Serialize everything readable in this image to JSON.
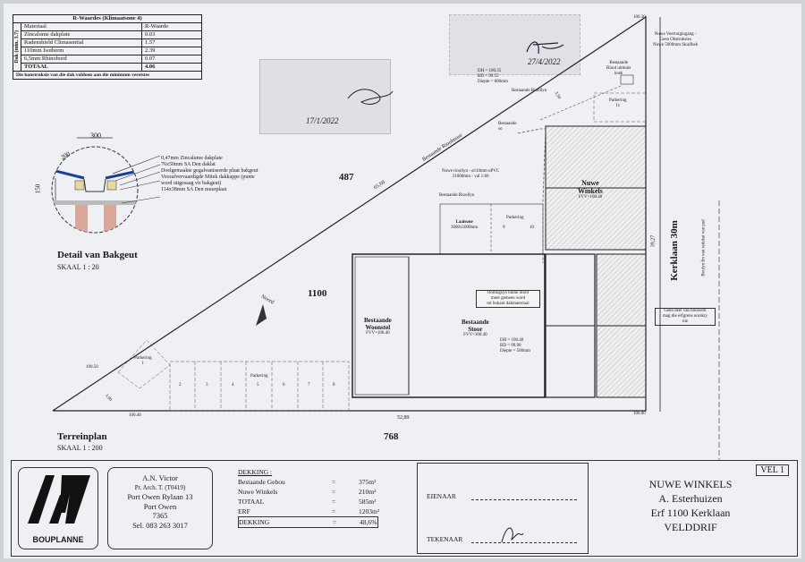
{
  "rwaarde": {
    "title": "R-Waardes (Klimaatsone 4)",
    "side_label": "Dak (min. 3.7)",
    "col_material": "Materiaal",
    "col_value": "R-Waarde",
    "rows": [
      {
        "material": "Zincalume dakplate",
        "value": "0.03"
      },
      {
        "material": "Radenshield Climasential",
        "value": "1.57"
      },
      {
        "material": "110mm Isotherm",
        "value": "2.39"
      },
      {
        "material": "6,5mm Rhinobord",
        "value": "0.07"
      }
    ],
    "total_label": "TOTAAL",
    "total_value": "4.06",
    "note": "Die konstruksie van die dak voldoen aan die minimum vereistes"
  },
  "stamps": {
    "date_left": "17/1/2022",
    "date_right": "27/4/2022"
  },
  "detail": {
    "dim_300": "300",
    "dim_200": "200",
    "dim_150": "150",
    "callouts": [
      "0,47mm Zincalume dakplate",
      "76x50mm SA Den daklat",
      "Doelgemaakte gegalvaniseerde plaat bakgeut",
      "Voorafvervaardigde Mitek dakkappe (punte",
      "word uitgesaag vir bakgeut)",
      "114x38mm SA Den muurplaat"
    ],
    "title": "Detail van Bakgeut",
    "scale": "SKAAL 1 : 20"
  },
  "siteplan": {
    "title": "Terreinplan",
    "scale": "SKAAL 1 : 200",
    "erf_487": "487",
    "erf_1100": "1100",
    "erf_768": "768",
    "dim_65_68": "65,68",
    "dim_52_89": "52,89",
    "dim_39_27": "39,27",
    "dim_3_00": "3,00",
    "dim_3_50": "3,50",
    "level_100_30": "100.30",
    "level_100_50": "100.50",
    "level_100_40": "100.40",
    "level_100_00": "100.00",
    "noord": "Noord",
    "bestaande_rioolmuur": "Bestaande Rioolmuur",
    "bestaande_rioollyn_top": "Bestaande Rioollyn",
    "bestaande_rioollyn_mid": "Bestaande Rioollyn",
    "bestaande_so": "Bestaande",
    "so": "so",
    "dh_top": "DH = 100.35",
    "bd_top": "BD =  99.55",
    "diepte_top": "Diepte = 800mm",
    "dh_bottom": "DH = 100.40",
    "bd_bottom": "BD =  99.90",
    "diepte_bottom": "Diepte = 500mm",
    "nuwe_rioollyn_1": "Nuwe rioollyn - ø110mm uPVC",
    "nuwe_rioollyn_2": "21000mm - val 1:60",
    "voortuig_1": "Nuwe Voertuigingang -",
    "voortuig_2": "Geen Obstruksies",
    "voortuig_3": "Nuwe 5000mm Skuifhek",
    "riool_1": "Bestaande",
    "riool_2": "Riool uitmuis",
    "riool_3": "hoek",
    "parkering_11": "Parkering",
    "parkering_11_num": "11",
    "nuwe_winkels": "Nuwe",
    "nuwe_winkels_2": "Winkels",
    "nuwe_winkels_ffv": "FVV=100.40",
    "laaisone": "Laaisone",
    "laaisone_dim": "3000x5000mm",
    "parkering_910": "Parkering",
    "p9": "9",
    "p10": "10",
    "woonstel": "Bestaande",
    "woonstel_2": "Woonstel",
    "woonstel_ffv": "FVV=100.40",
    "stoor": "Bestaande",
    "stoor_2": "Stoor",
    "stoor_ffv": "FVV=100.40",
    "note_stoor_1": "Oorbogsyn binne Stoor",
    "note_stoor_2": "moet gemeen word",
    "note_stoor_3": "tot bokant dakmateriaal",
    "note_bouwerk_1": "Geen deel van bouwerk",
    "note_bouwerk_2": "mag die erfgrens oorskry",
    "note_bouwerk_3": "nie",
    "parkering_1": "Parkering",
    "parkering_1_num": "1",
    "parkering_row": "Parkering",
    "bay_numbers": [
      "2",
      "3",
      "4",
      "5",
      "6",
      "7",
      "8"
    ],
    "kerklaan": "Kerklaan 30m",
    "boulyn": "Boulyn fin van sedekat van pad"
  },
  "titleblock": {
    "logo_text": "BOUPLANNE",
    "person_name": "A.N. Victor",
    "person_title": "Pr. Arch. T. (T0419)",
    "address_1": "Port Owen Rylaan 13",
    "address_2": "Port Owen",
    "postcode": "7365",
    "phone": "Sel. 083 263 3017",
    "dekking_title": "DEKKING :",
    "coverage": [
      {
        "label": "Bestaande Gebou",
        "eq": "=",
        "value": "375m²"
      },
      {
        "label": "Nuwe Winkels",
        "eq": "=",
        "value": "210m²"
      },
      {
        "label": "TOTAAL",
        "eq": "=",
        "value": "585m²"
      },
      {
        "label": "ERF",
        "eq": "=",
        "value": "1203m²"
      },
      {
        "label": "DEKKING",
        "eq": "=",
        "value": "48,6%"
      }
    ],
    "eienaar": "EIENAAR",
    "tekenaar": "TEKENAAR",
    "vel": "VEL 1",
    "project_1": "NUWE WINKELS",
    "project_2": "A. Esterhuizen",
    "project_3": "Erf 1100 Kerklaan",
    "project_4": "VELDDRIF"
  }
}
